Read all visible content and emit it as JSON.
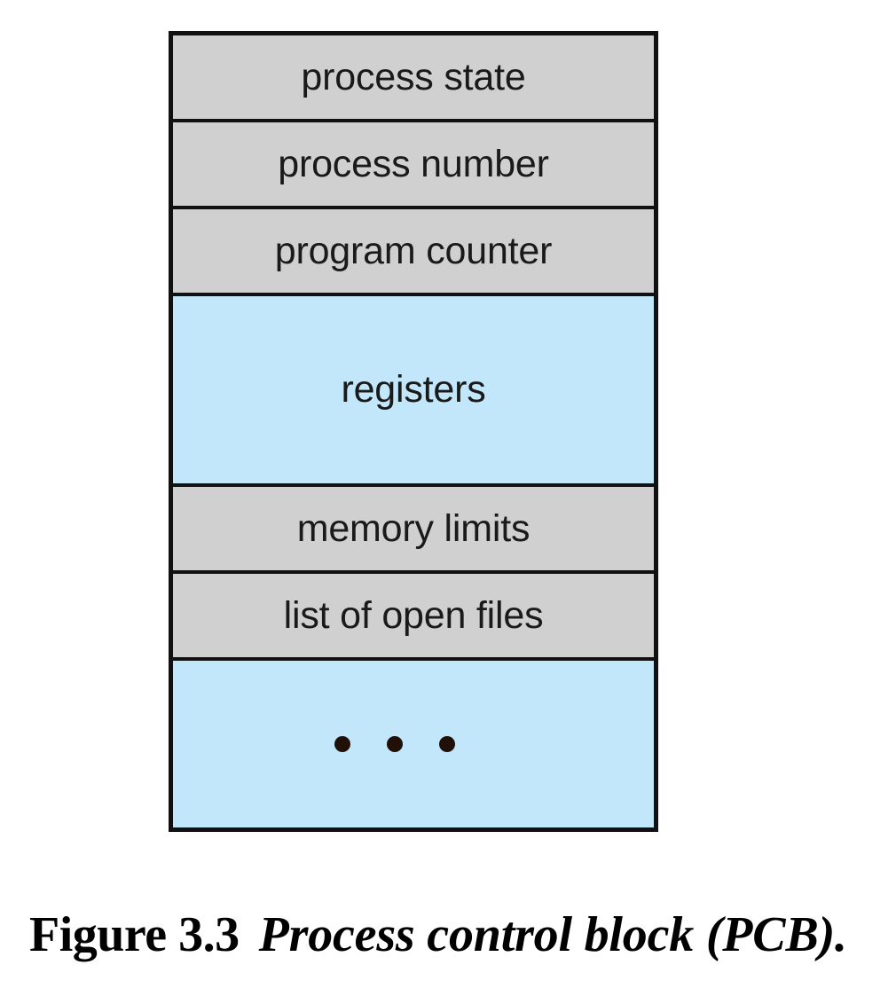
{
  "figure": {
    "caption_number": "Figure 3.3",
    "caption_title": "Process control block (PCB).",
    "colors": {
      "gray_fill": "#d0d0d0",
      "blue_fill": "#c2e7fa",
      "border": "#111111",
      "text": "#1a1a1a",
      "dot": "#211008",
      "background": "#ffffff"
    },
    "rows": [
      {
        "label": "process state",
        "fill": "gray",
        "size": "short"
      },
      {
        "label": "process number",
        "fill": "gray",
        "size": "short"
      },
      {
        "label": "program counter",
        "fill": "gray",
        "size": "short"
      },
      {
        "label": "registers",
        "fill": "blue",
        "size": "tall"
      },
      {
        "label": "memory limits",
        "fill": "gray",
        "size": "short"
      },
      {
        "label": "list of open files",
        "fill": "gray",
        "size": "short"
      },
      {
        "label": "",
        "fill": "blue",
        "size": "tall",
        "ellipsis": "• • •"
      }
    ]
  }
}
